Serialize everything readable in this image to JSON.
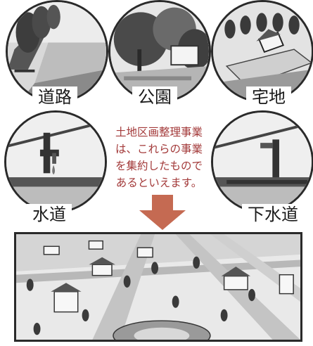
{
  "labels": {
    "road": "道路",
    "park": "公園",
    "residential": "宅地",
    "water": "水道",
    "sewer": "下水道"
  },
  "note_lines": [
    "土地区画整理事業",
    "は、これらの事業",
    "を集約したもので",
    "あるといえます。"
  ],
  "colors": {
    "note_text": "#a33a3a",
    "arrow": "#c56a52",
    "outline": "#2a2a2a"
  },
  "icons": [
    "road-illustration",
    "park-illustration",
    "residential-illustration",
    "water-supply-illustration",
    "sewer-illustration",
    "down-arrow-icon",
    "town-illustration"
  ]
}
